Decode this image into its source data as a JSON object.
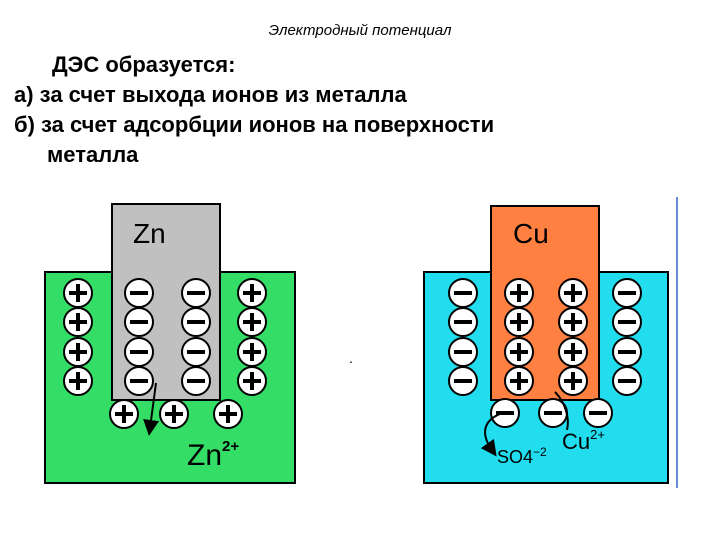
{
  "header": {
    "title": "Электродный потенциал"
  },
  "text": {
    "heading": "ДЭС образуется:",
    "line_a": "а) за счет выхода ионов из металла",
    "line_b1": "б) за счет адсорбции ионов на поверхности",
    "line_b2": "металла"
  },
  "zinc_panel": {
    "electrode_label": "Zn",
    "ion_label": "Zn",
    "ion_charge": "2+",
    "electrolyte_color": "#33dd66",
    "electrode_color": "#c0c0c0"
  },
  "copper_panel": {
    "electrode_label": "Cu",
    "anion_label": "SO",
    "anion_subscript": "4",
    "anion_charge": "−2",
    "cation_label": "Cu",
    "cation_charge": "2+",
    "electrolyte_color": "#22ddee",
    "electrode_color": "#ff8040"
  },
  "center_dot": "."
}
